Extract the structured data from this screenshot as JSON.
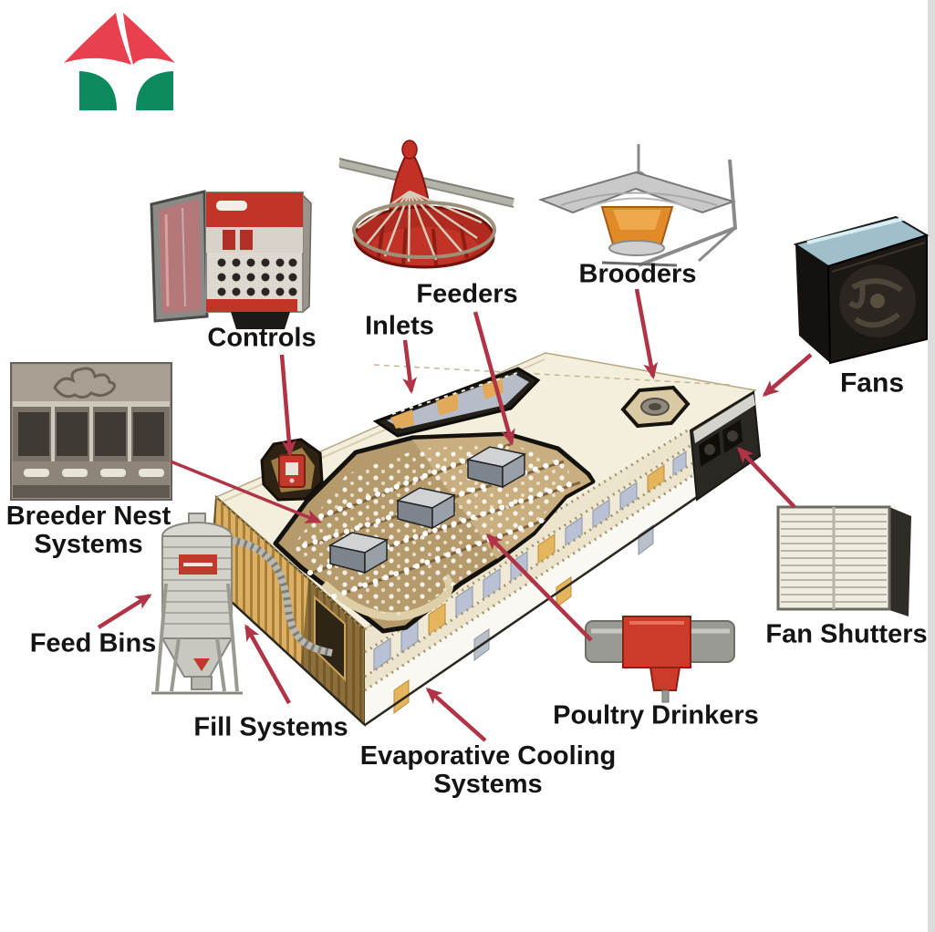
{
  "diagram": {
    "description": "Poultry house equipment overview diagram",
    "labels": {
      "controls": "Controls",
      "inlets": "Inlets",
      "feeders": "Feeders",
      "brooders": "Brooders",
      "fans": "Fans",
      "breeder_nest": {
        "line1": "Breeder Nest",
        "line2": "Systems"
      },
      "feed_bins": "Feed Bins",
      "fill_systems": "Fill Systems",
      "evaporative": {
        "line1": "Evaporative Cooling",
        "line2": "Systems"
      },
      "poultry_drinkers": "Poultry Drinkers",
      "fan_shutters": "Fan Shutters"
    },
    "colors": {
      "label_text": "#141414",
      "arrow": "#b03346",
      "logo_red": "#e8404e",
      "logo_green": "#0c8a5c",
      "roof_cream": "#f4eedd",
      "wall_tan": "#dbb065",
      "interior_floor": "#b59a6c",
      "equipment_red": "#c0392b"
    }
  }
}
